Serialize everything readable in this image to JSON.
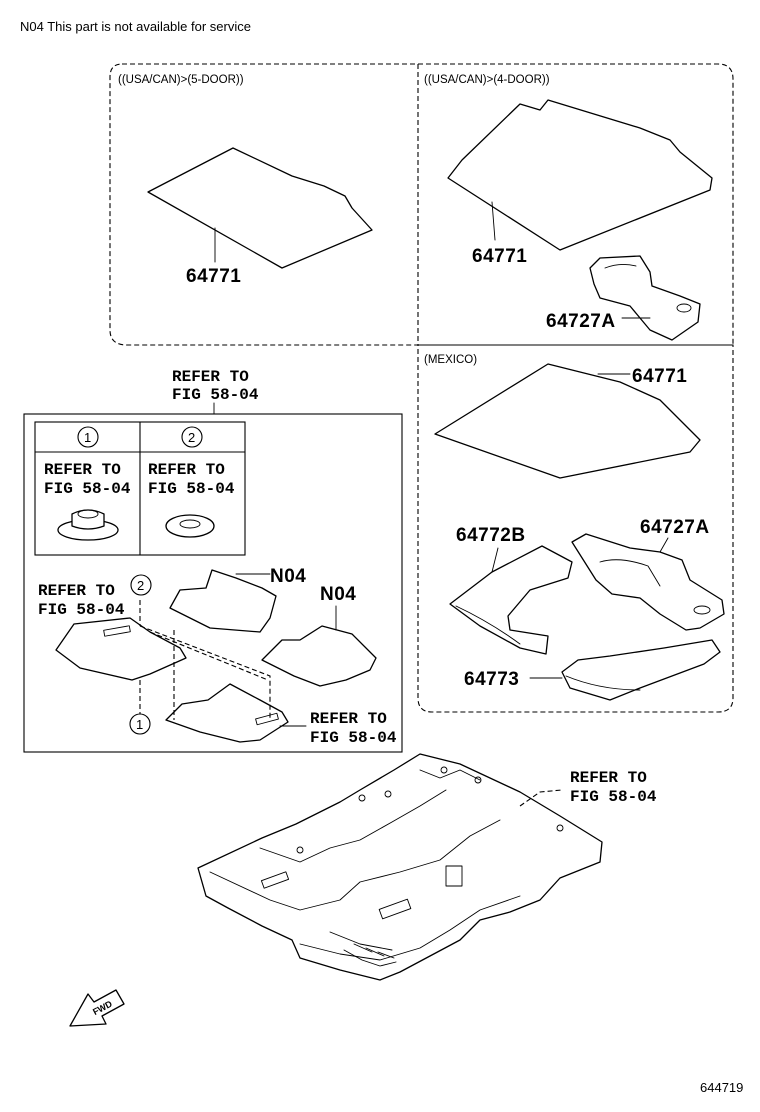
{
  "header": {
    "note": "N04 This part is not available for service"
  },
  "groups": {
    "usa_can_5door": "((USA/CAN)>(5-DOOR))",
    "usa_can_4door": "((USA/CAN)>(4-DOOR))",
    "mexico": "(MEXICO)"
  },
  "parts": {
    "p64771_a": "64771",
    "p64771_b": "64771",
    "p64727a_a": "64727A",
    "p64771_c": "64771",
    "p64772b": "64772B",
    "p64727a_b": "64727A",
    "p64773": "64773",
    "n04_a": "N04",
    "n04_b": "N04"
  },
  "refs": {
    "refer_to": "REFER TO",
    "fig": "FIG 58-04"
  },
  "callouts": {
    "one": "1",
    "two": "2"
  },
  "footer": {
    "fwd": "FWD",
    "diagram_id": "644719"
  }
}
